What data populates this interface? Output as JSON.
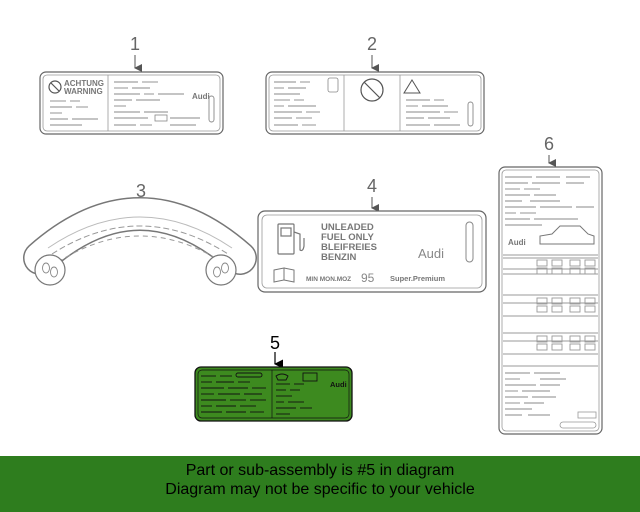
{
  "callouts": {
    "c1": "1",
    "c2": "2",
    "c3": "3",
    "c4": "4",
    "c5": "5",
    "c6": "6"
  },
  "label1": {
    "warning_line1": "ACHTUNG",
    "warning_line2": "WARNING",
    "brand": "Audi"
  },
  "label4": {
    "line1": "UNLEADED",
    "line2": "FUEL ONLY",
    "line3": "BLEIFREIES",
    "line4": "BENZIN",
    "brand": "Audi",
    "octane_label": "MIN MON.MOZ",
    "octane_value": "95",
    "grade": "Super.Premium"
  },
  "label5": {
    "brand": "Audi"
  },
  "label6": {
    "brand": "Audi"
  },
  "highlight_color": "#2e7d1e",
  "banner": {
    "line1": "Part or sub-assembly is #5 in diagram",
    "line2": "Diagram may not be specific to your vehicle"
  }
}
